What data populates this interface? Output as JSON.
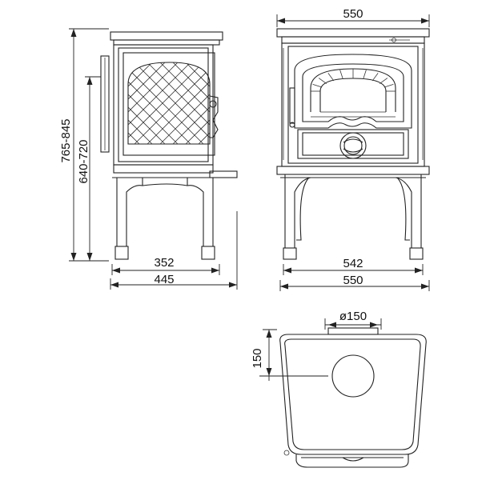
{
  "views": {
    "side": {
      "height_outer": "765-845",
      "height_inner": "640-720",
      "depth_inner": "352",
      "depth_outer": "445"
    },
    "front": {
      "width_top": "550",
      "width_legs": "542",
      "width_bottom": "550"
    },
    "top": {
      "flue_diameter": "ø150",
      "flue_offset": "150"
    }
  }
}
